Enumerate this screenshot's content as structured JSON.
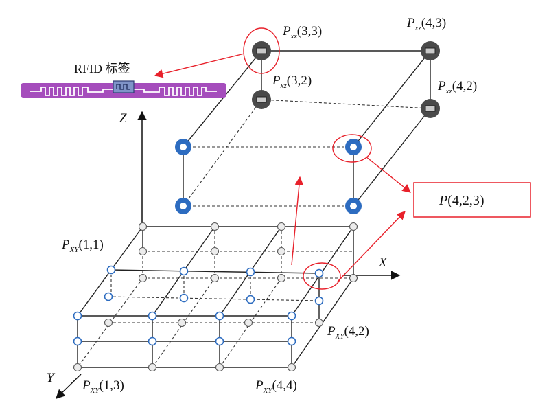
{
  "axes": {
    "x": "X",
    "y": "Y",
    "z": "Z"
  },
  "rfid_tag": {
    "label": "RFID 标签"
  },
  "colors": {
    "arrow": "#e8212b",
    "blue_node": "#2d6cc0",
    "dark_node": "#4a4a4a",
    "tag": "#a54dbc",
    "grid": "#333333"
  },
  "labels": {
    "pxy_1_1": {
      "main": "P",
      "sub": "XY",
      "coords": "(1,1)"
    },
    "pxy_1_3": {
      "main": "P",
      "sub": "XY",
      "coords": "(1,3)"
    },
    "pxy_4_4": {
      "main": "P",
      "sub": "XY",
      "coords": "(4,4)"
    },
    "pxy_4_2": {
      "main": "P",
      "sub": "XY",
      "coords": "(4,2)"
    },
    "pxz_3_3": {
      "main": "P",
      "sub": "xz",
      "coords": "(3,3)"
    },
    "pxz_3_2": {
      "main": "P",
      "sub": "xz",
      "coords": "(3,2)"
    },
    "pxz_4_3": {
      "main": "P",
      "sub": "xz",
      "coords": "(4,3)"
    },
    "pxz_4_2": {
      "main": "P",
      "sub": "xz",
      "coords": "(4,2)"
    }
  },
  "result_box": {
    "main": "P",
    "coords": "(4,2,3)"
  }
}
